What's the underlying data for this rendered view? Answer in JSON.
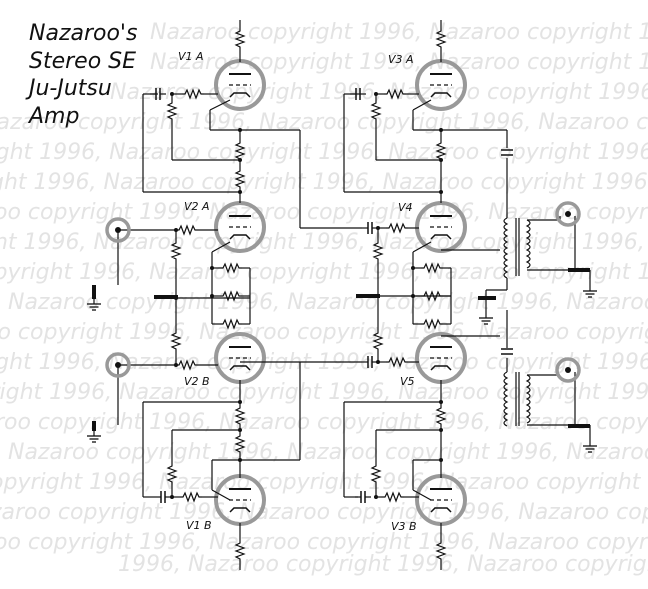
{
  "title": {
    "line1": "Nazaroo's",
    "line2": "Stereo SE",
    "line3": "Ju-Jutsu",
    "line4": "Amp"
  },
  "watermark": {
    "lines": [
      "Nazaroo copyright 1996, Nazaroo copyright 1996, Nazaroo copyright 1996,",
      "Nazaroo copyright 1996, Nazaroo copyright 1996, Nazaroo copyright 1996,",
      "Nazaroo copyright 1996, Nazaroo copyright 1996, Nazaroo copyright 1996,",
      "Nazaroo copyright 1996, Nazaroo copyright 1996, Nazaroo copyright 1996,",
      "Nazaroo copyright 1996, Nazaroo copyright 1996, Nazaroo copyright 1996,",
      "ght 1996, Nazaroo copyright 1996, Nazaroo copyright 1996, Nazaroo copyri",
      "Nazaroo copyright 1996, Nazaroo copyright 1996, Nazaroo copyright 1996,",
      "ght 1996, Nazaroo copyright 1996, Nazaroo copyright 1996, Nazaroo copyri",
      "Nazaroo copyright 1996, Nazaroo copyright 1996, Nazaroo copyright 1996,",
      "6, Nazaroo copyright 1996, Nazaroo copyright 1996, Nazaroo copyright 19",
      "Nazaroo copyright 1996, Nazaroo copyright 1996, Nazaroo copyright 1996,",
      "right 1996, Nazaroo copyright 1996, Nazaroo copyright 1996, Nazaroo cop",
      "Nazaroo copyright 1996, Nazaroo copyright 1996, Nazaroo copyright 1996,",
      "Nazaroo copyright 1996, Nazaroo copyright 1996, Nazaroo copyright 1996,",
      "6, Nazaroo copyright 1996, Nazaroo copyright 1996, Nazaroo copyright 19",
      "Nazaroo copyright 1996, Nazaroo copyright 1996, Nazaroo copyright 1996,",
      "Nazaroo copyright 1996, Nazaroo copyright 1996, Nazaroo copyright 1996,",
      "Nazaroo copyright 1996, Nazaroo copyright 1996, Nazaroo copyright 1996,",
      "1996, Nazaroo copyright 1996, Nazaroo copyright 1996, Nazaroo copyright"
    ]
  },
  "tubes": {
    "v1a": "V1 A",
    "v3a": "V3 A",
    "v2a": "V2 A",
    "v4": "V4",
    "v2b": "V2 B",
    "v5": "V5",
    "v1b": "V1 B",
    "v3b": "V3 B"
  },
  "colors": {
    "wire": "#111111",
    "tube_envelope": "#999999",
    "watermark": "#e3e3e3"
  }
}
